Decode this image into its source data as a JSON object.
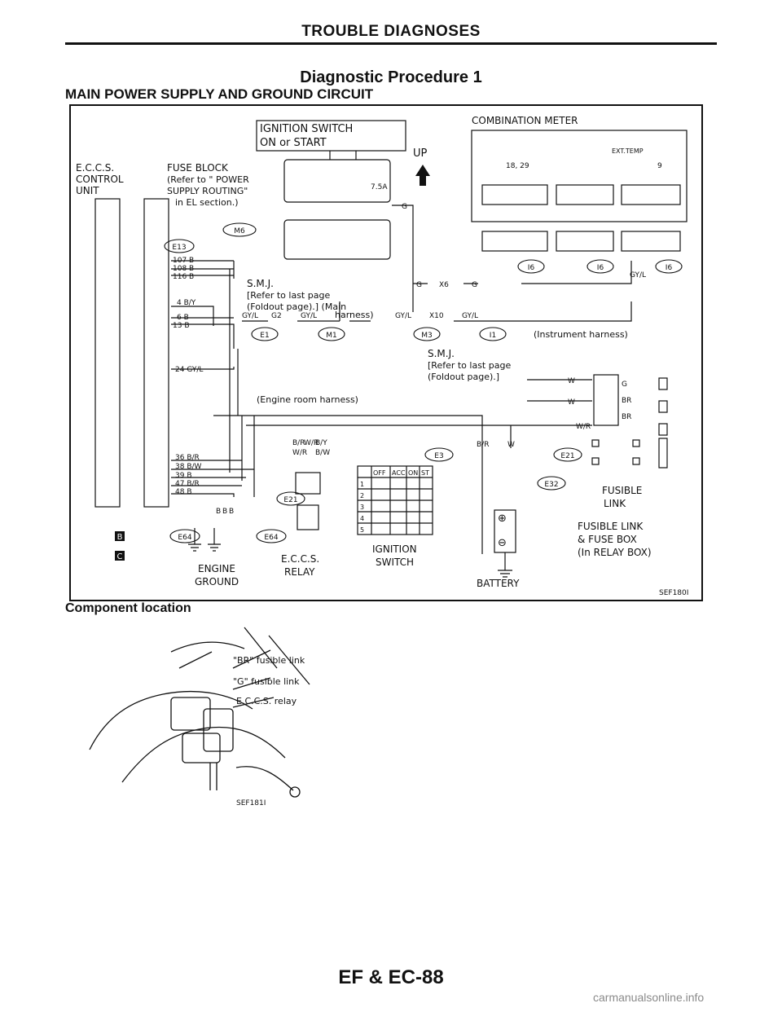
{
  "page": {
    "header": "TROUBLE DIAGNOSES",
    "procedure_title": "Diagnostic Procedure 1",
    "section_title": "MAIN POWER SUPPLY AND GROUND CIRCUIT",
    "footer": "EF & EC-88",
    "watermark": "carmanualsonline.info"
  },
  "diagram": {
    "ignition_box": [
      "IGNITION SWITCH",
      "ON or START"
    ],
    "eccs_unit": [
      "E.C.C.S.",
      "CONTROL",
      "UNIT"
    ],
    "fuse_block": [
      "FUSE BLOCK",
      "(Refer to \" POWER",
      "SUPPLY ROUTING\"",
      "in EL section.)"
    ],
    "fuse_rating": "7.5A",
    "up_label": "UP",
    "combination_meter": "COMBINATION METER",
    "ext_temp": "EXT.TEMP",
    "meter_pins_left": "18, 29",
    "meter_pin_right": "9",
    "smj_main": [
      "S.M.J.",
      "[Refer to last page",
      "(Foldout page).] (Main",
      "harness)"
    ],
    "smj_instr": [
      "S.M.J.",
      "[Refer to last page",
      "(Foldout page).]"
    ],
    "instrument_harness": "(Instrument harness)",
    "engine_room_harness": "(Engine room harness)",
    "unit_pins": [
      "107 B",
      "108 B",
      "116 B",
      "4 B/Y",
      "6 B",
      "13 B",
      "24 GY/L",
      "36 B/R",
      "38 B/W",
      "39 B",
      "47 B/R",
      "48 B"
    ],
    "wire_labels": [
      "G",
      "GY/L",
      "G2",
      "GY/L",
      "G",
      "X6",
      "G",
      "GY/L",
      "X10",
      "GY/L",
      "GY/L",
      "W",
      "W",
      "W/R",
      "B/R",
      "W",
      "B",
      "B",
      "B",
      "B/R",
      "W/R",
      "W/R",
      "B/Y",
      "B/W"
    ],
    "connectors": [
      "M6",
      "E13",
      "E1",
      "M1",
      "M3",
      "I1",
      "I6",
      "I6",
      "I6",
      "E3",
      "E21",
      "E21",
      "E32",
      "E64",
      "E64"
    ],
    "engine_ground": [
      "ENGINE",
      "GROUND"
    ],
    "eccs_relay": [
      "E.C.C.S.",
      "RELAY"
    ],
    "ignition_switch": [
      "IGNITION",
      "SWITCH"
    ],
    "ignition_table_header": [
      "OFF",
      "ACC",
      "ON",
      "ST"
    ],
    "ignition_table_rows": [
      "1",
      "2",
      "3",
      "4",
      "5"
    ],
    "fuse_box_grid_top": [
      "G",
      "BR",
      "BR"
    ],
    "fusible_link": [
      "FUSIBLE",
      "LINK"
    ],
    "fusible_link_box": [
      "FUSIBLE LINK",
      "& FUSE BOX",
      "(In RELAY BOX)"
    ],
    "battery": "BATTERY",
    "battery_plus": "⊕",
    "battery_minus": "⊖",
    "sef_code": "SEF180I",
    "unit_icon_b": "B",
    "unit_icon_c": "C"
  },
  "component_location": {
    "title": "Component location",
    "callouts": [
      "\"BR\" fusible link",
      "\"G\" fusible link",
      "E.C.C.S. relay"
    ],
    "sef_code": "SEF181I"
  }
}
